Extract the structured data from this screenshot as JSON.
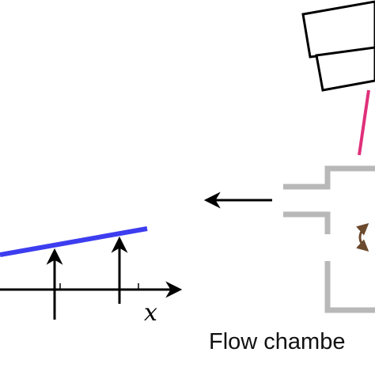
{
  "labels": {
    "x_axis": "x",
    "flow_chamber": "Flow chambe"
  },
  "colors": {
    "wall_line": "#3d3df0",
    "laser_beam": "#e0307a",
    "chamber_gray": "#b8b8b8",
    "rotation_arrow": "#6b4a2e",
    "ink": "#000000"
  },
  "icons": {
    "flow_direction": "left-arrow",
    "rotation": "curved-double-arrow"
  }
}
